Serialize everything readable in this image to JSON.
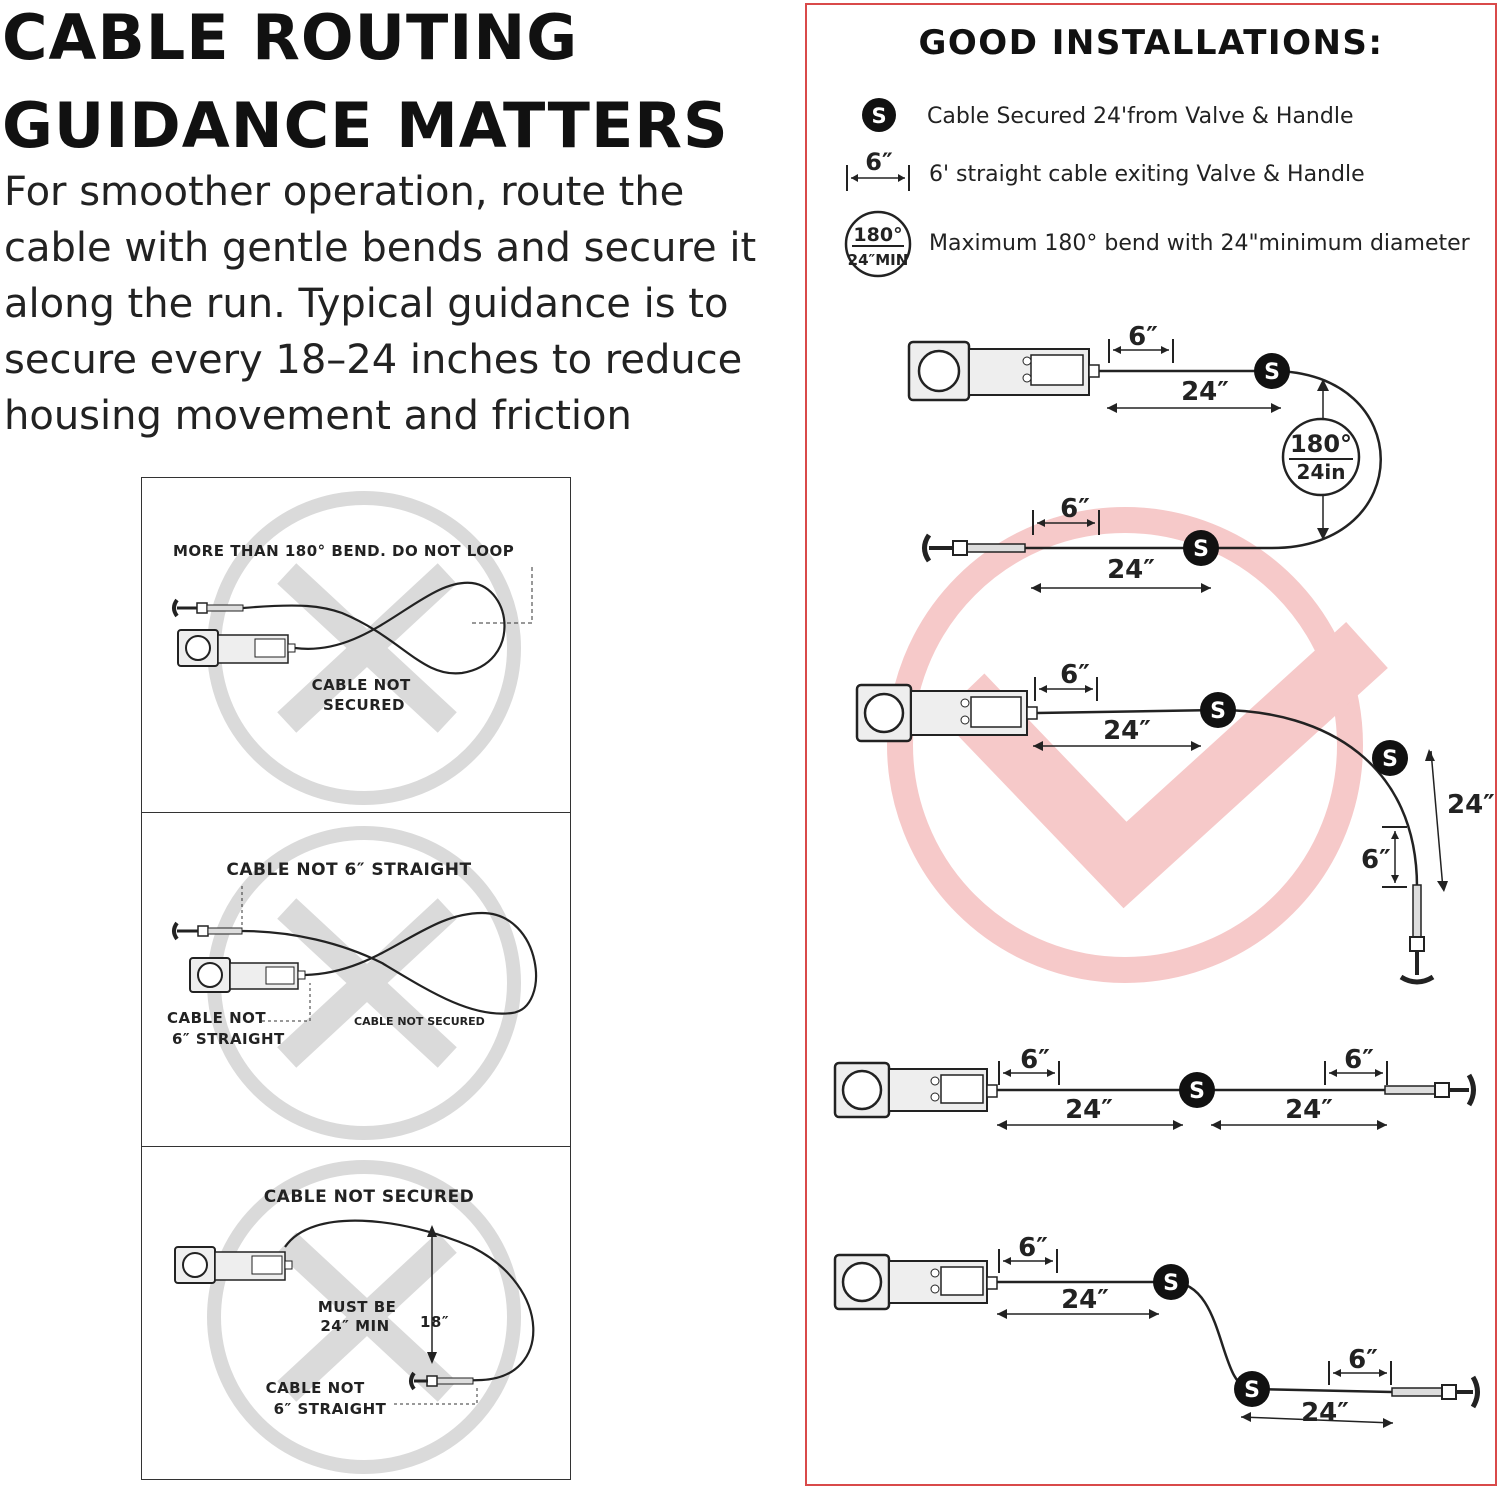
{
  "heading": {
    "line1": "CABLE ROUTING",
    "line2": "GUIDANCE MATTERS"
  },
  "intro": "For smoother operation, route the cable with gentle bends and secure it along the run. Typical guidance is to secure every 18–24 inches to reduce housing movement and friction",
  "bad_examples": {
    "panel1": {
      "title": "MORE THAN 180° BEND. DO NOT LOOP",
      "note_line1": "CABLE NOT",
      "note_line2": "SECURED"
    },
    "panel2": {
      "title": "CABLE NOT 6″ STRAIGHT",
      "note_a_line1": "CABLE NOT",
      "note_a_line2": "6″ STRAIGHT",
      "note_b": "CABLE NOT SECURED"
    },
    "panel3": {
      "title": "CABLE NOT SECURED",
      "must_line1": "MUST BE",
      "must_line2": "24″ MIN",
      "dim": "18″",
      "note_line1": "CABLE NOT",
      "note_line2": "6″ STRAIGHT"
    }
  },
  "good": {
    "title": "GOOD INSTALLATIONS:",
    "legend": [
      {
        "symbol": "S",
        "text": "Cable Secured 24'from Valve & Handle"
      },
      {
        "symbol": "6″",
        "text": "6' straight cable exiting Valve & Handle"
      },
      {
        "symbol_top": "180°",
        "symbol_bottom": "24″MIN",
        "text": "Maximum 180° bend with 24\"minimum diameter"
      }
    ],
    "dims": {
      "six": "6″",
      "twentyfour": "24″",
      "bend_top": "180°",
      "bend_bottom": "24in",
      "secure": "S"
    }
  },
  "colors": {
    "accent_red": "#d94a4a",
    "check_pink": "#f6c9c9",
    "x_gray": "#d9d9d9",
    "ink": "#111111"
  }
}
